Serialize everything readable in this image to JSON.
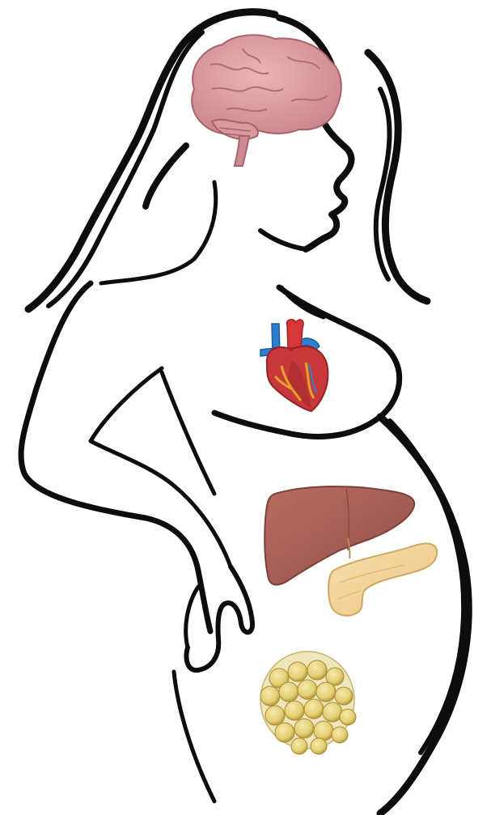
{
  "figure": {
    "subject": "pregnant-woman-silhouette",
    "organs": [
      {
        "name": "brain",
        "icon": "brain-icon"
      },
      {
        "name": "heart",
        "icon": "heart-icon"
      },
      {
        "name": "liver",
        "icon": "liver-icon"
      },
      {
        "name": "pancreas",
        "icon": "pancreas-icon"
      },
      {
        "name": "adipose-tissue",
        "icon": "adipose-tissue-icon"
      }
    ]
  },
  "colors": {
    "outline": "#0d0d0d",
    "brain": "#d99aa0",
    "heart": "#c8373a",
    "vessels_blue": "#2d7fd0",
    "liver": "#a65e55",
    "pancreas": "#f2d29a",
    "adipose": "#e6d37a"
  }
}
